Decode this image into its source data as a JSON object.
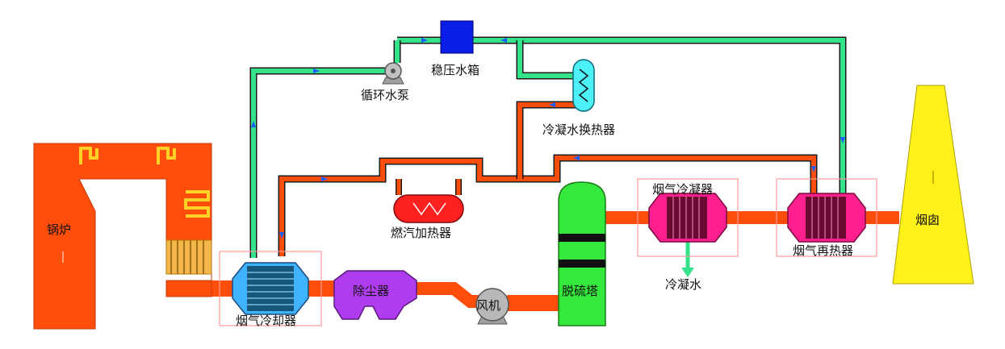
{
  "labels": {
    "boiler": "锅炉",
    "flue_cooler": "烟气冷却器",
    "dust_collector": "除尘器",
    "fan": "风机",
    "desulfurization_tower": "脱硫塔",
    "flue_condenser": "烟气冷凝器",
    "flue_reheater": "烟气再热器",
    "chimney": "烟囱",
    "circulating_pump": "循环水泵",
    "pressure_tank": "稳压水箱",
    "condensate_exchanger": "冷凝水换热器",
    "gas_heater": "燃汽加热器",
    "condensate_water": "冷凝水"
  },
  "colors": {
    "flue": "#ff4e0c",
    "boiler": "#ff4e0c",
    "water_pipe": "#35e38a",
    "pipe_outline": "#1a1a1a",
    "flue_cooler": "#3fb3ff",
    "dust_collector": "#b03cf0",
    "fan": "#a0a0a0",
    "tower": "#35e83c",
    "condenser": "#ff1f8e",
    "chimney": "#fff21a",
    "tank": "#0a1ee8",
    "exchanger": "#4ef0f7",
    "gas_heater": "#ff2020",
    "highlight_box": "#ff9a9a",
    "arrow": "#1a5cff"
  }
}
